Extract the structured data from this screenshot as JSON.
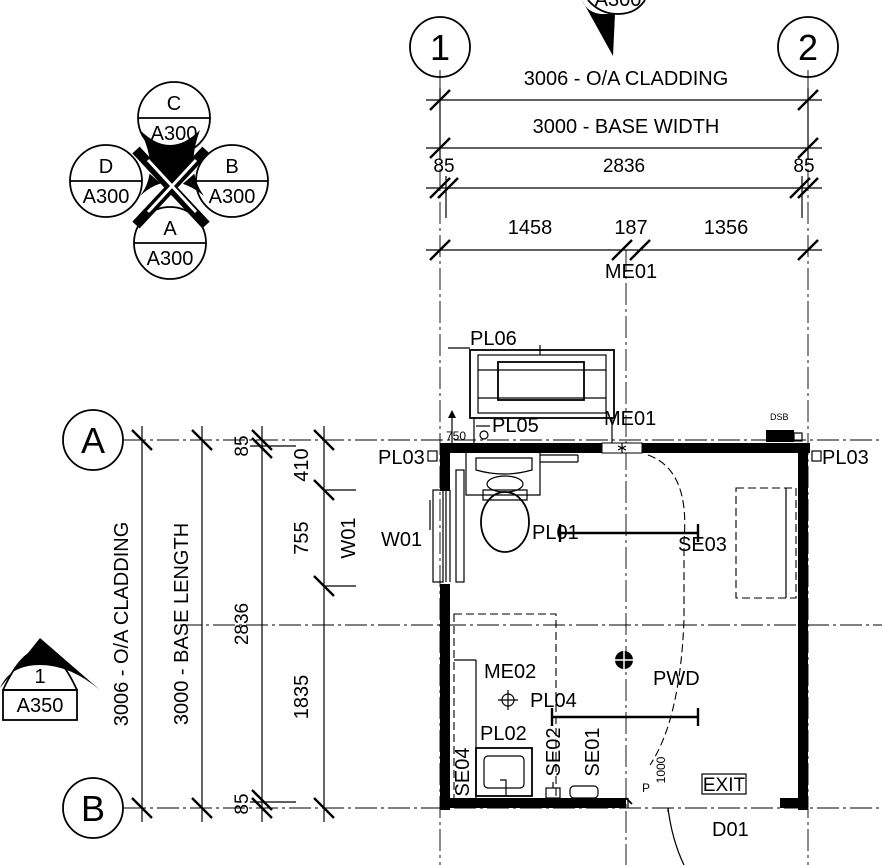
{
  "grid": {
    "col1": "1",
    "col2": "2",
    "rowA": "A",
    "rowB": "B"
  },
  "section_markers": {
    "top_partial": "A300",
    "c": {
      "letter": "C",
      "sheet": "A300"
    },
    "d": {
      "letter": "D",
      "sheet": "A300"
    },
    "b": {
      "letter": "B",
      "sheet": "A300"
    },
    "a": {
      "letter": "A",
      "sheet": "A300"
    },
    "detail_1": {
      "number": "1",
      "sheet": "A350"
    }
  },
  "dimensions_top": {
    "overall": "3006 - O/A CLADDING",
    "base": "3000 - BASE WIDTH",
    "left_clad": "85",
    "mid": "2836",
    "right_clad": "85",
    "seg1": "1458",
    "seg2": "187",
    "seg3": "1356",
    "seg_label": "ME01"
  },
  "dimensions_left": {
    "overall": "3006 - O/A CLADDING",
    "base": "3000 - BASE LENGTH",
    "mid": "2836",
    "top_clad": "85",
    "bottom_clad": "85",
    "seg_top": "410",
    "seg_window": "755",
    "window_label": "W01",
    "seg_bottom": "1835"
  },
  "tags": {
    "pl06": "PL06",
    "pl05": "PL05",
    "pl05_height": "750",
    "me01": "ME01",
    "dsb": "DSB",
    "pl03_left": "PL03",
    "pl03_right": "PL03",
    "w01": "W01",
    "pl01": "PL01",
    "se03": "SE03",
    "me02": "ME02",
    "pl04": "PL04",
    "pwd": "PWD",
    "pl02": "PL02",
    "se04": "SE04",
    "se02": "SE02",
    "se01": "SE01",
    "p": "P",
    "p_height": "1000",
    "exit": "EXIT",
    "d01": "D01"
  }
}
